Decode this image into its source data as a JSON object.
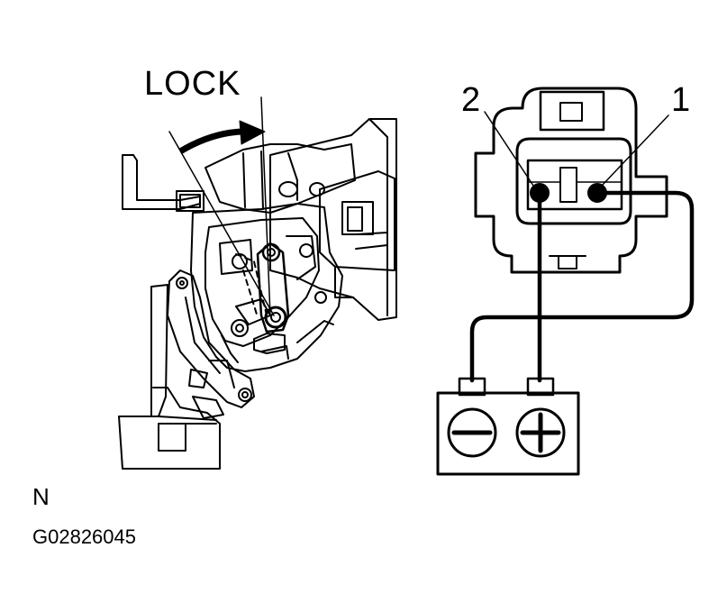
{
  "labels": {
    "lock": "LOCK",
    "pin_2": "2",
    "pin_1": "1",
    "view_marker": "N",
    "figure_code": "G02826045"
  },
  "icons": {
    "battery_negative": "minus-terminal-icon",
    "battery_positive": "plus-terminal-icon",
    "rotation_arrow": "curved-arrow-icon"
  },
  "colors": {
    "line": "#000000",
    "background": "#ffffff"
  }
}
